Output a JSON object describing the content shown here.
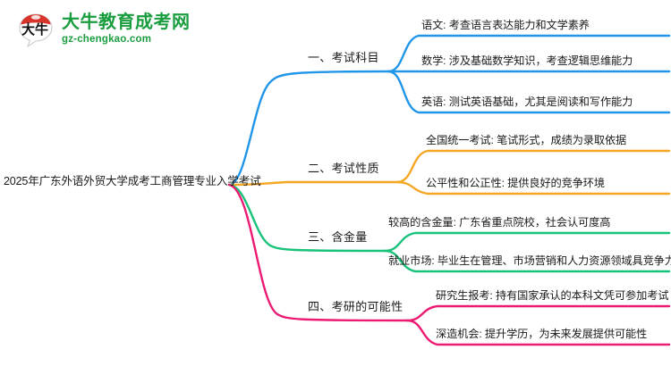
{
  "logo": {
    "mark_text": "大牛",
    "title": "大牛教育成考网",
    "subtitle": "gz-chengkao.com",
    "brand_green": "#1a9d3f",
    "brand_red": "#d9342b"
  },
  "mindmap": {
    "root": {
      "label": "2025年广东外语外贸大学成考工商管理专业入学考试"
    },
    "branches": [
      {
        "label": "一、考试科目",
        "color": "#2196e8",
        "leaves": [
          "语文: 考查语言表达能力和文学素养",
          "数学: 涉及基础数学知识，考查逻辑思维能力",
          "英语: 测试英语基础，尤其是阅读和写作能力"
        ]
      },
      {
        "label": "二、考试性质",
        "color": "#f5a623",
        "leaves": [
          "全国统一考试: 笔试形式，成绩为录取依据",
          "公平性和公正性: 提供良好的竞争环境"
        ]
      },
      {
        "label": "三、含金量",
        "color": "#18c27a",
        "leaves": [
          "较高的含金量: 广东省重点院校，社会认可度高",
          "就业市场: 毕业生在管理、市场营销和人力资源领域具竞争力"
        ]
      },
      {
        "label": "四、考研的可能性",
        "color": "#ec1a72",
        "leaves": [
          "研究生报考: 持有国家承认的本科文凭可参加考试",
          "深造机会: 提升学历，为未来发展提供可能性"
        ]
      }
    ]
  }
}
